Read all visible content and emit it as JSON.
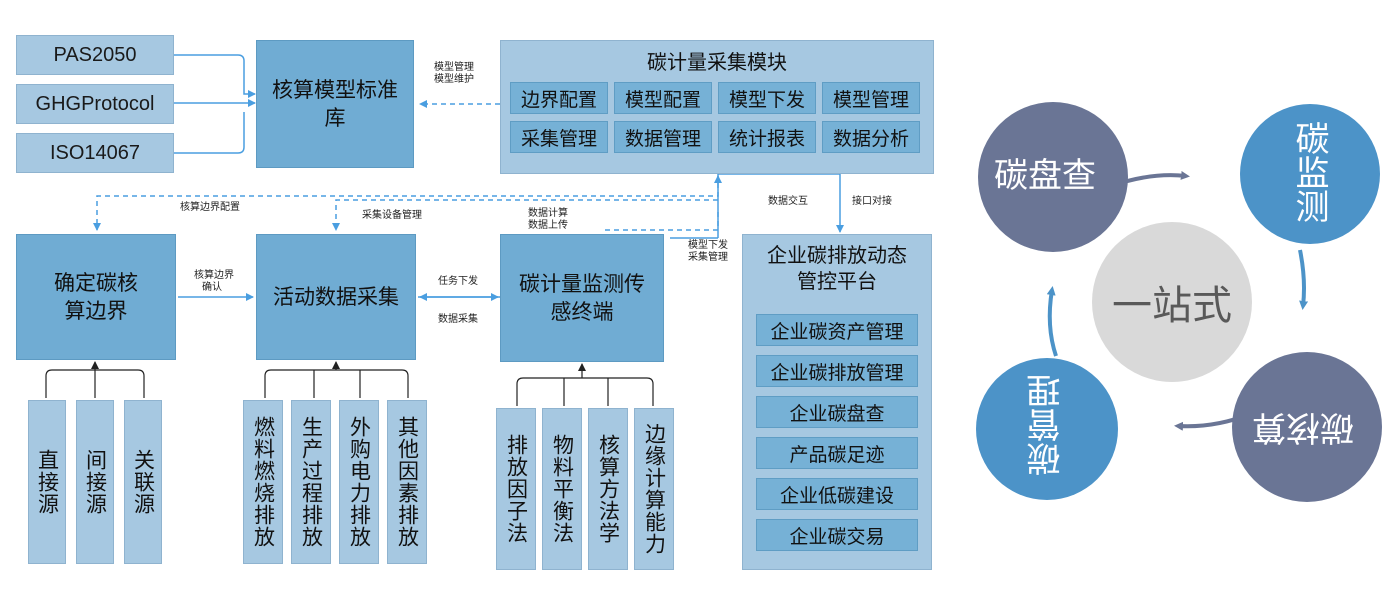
{
  "standards": [
    "PAS2050",
    "GHGProtocol",
    "ISO14067"
  ],
  "model_library": "核算模型标准库",
  "collection_module": {
    "title": "碳计量采集模块",
    "items": [
      "边界配置",
      "模型配置",
      "模型下发",
      "模型管理",
      "采集管理",
      "数据管理",
      "统计报表",
      "数据分析"
    ]
  },
  "boundary": "确定碳核算边界",
  "activity": "活动数据采集",
  "terminal": "碳计量监测传感终端",
  "platform": {
    "title": "企业碳排放动态管控平台",
    "items": [
      "企业碳资产管理",
      "企业碳排放管理",
      "企业碳盘查",
      "产品碳足迹",
      "企业低碳建设",
      "企业碳交易"
    ]
  },
  "sources": [
    "直接源",
    "间接源",
    "关联源"
  ],
  "emissions": [
    "燃料燃烧排放",
    "生产过程排放",
    "外购电力排放",
    "其他因素排放"
  ],
  "methods": [
    "排放因子法",
    "物料平衡法",
    "核算方法学",
    "边缘计算能力"
  ],
  "labels": {
    "model_mgmt": "模型管理",
    "model_maint": "模型维护",
    "boundary_config": "核算边界配置",
    "device_mgmt": "采集设备管理",
    "data_calc": "数据计算",
    "data_upload": "数据上传",
    "data_exchange": "数据交互",
    "interface": "接口对接",
    "confirm1": "核算边界",
    "confirm2": "确认",
    "task": "任务下发",
    "data_collect": "数据采集",
    "model_down": "模型下发",
    "collect_mgmt": "采集管理"
  },
  "cycle": {
    "center": "一站式",
    "items": [
      "碳盘查",
      "碳监测",
      "碳核算",
      "碳管理"
    ]
  },
  "colors": {
    "light_box": "#a6c8e1",
    "dark_box": "#70acd3",
    "cell": "#76b1d6",
    "arrow": "#4a9ee0",
    "circle_slate": "#6a7595",
    "circle_blue": "#4c93c8",
    "circle_center": "#d9d9d9"
  }
}
